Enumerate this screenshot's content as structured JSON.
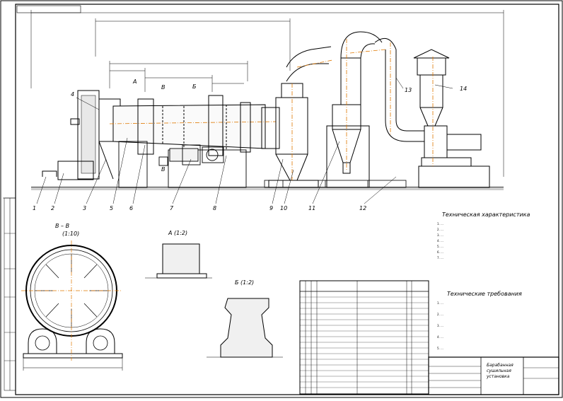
{
  "callouts": [
    "1",
    "2",
    "3",
    "4",
    "5",
    "6",
    "7",
    "8",
    "9",
    "10",
    "11",
    "12",
    "13",
    "14"
  ],
  "view_marks": {
    "a": "А",
    "b": "Б",
    "v": "В"
  },
  "sections": {
    "vv_title": "В – В",
    "vv_scale": "(1:10)",
    "a_title": "А (1:2)",
    "b_title": "Б (1:2)"
  },
  "tech_char": {
    "title": "Техническая характеристика",
    "items": [
      "1. ...",
      "2. ...",
      "3. ...",
      "4. ...",
      "5. ...",
      "6. ...",
      "7. ..."
    ]
  },
  "tech_req": {
    "title": "Технические требования",
    "items": [
      "1. ...",
      "2. ...",
      "3. ...",
      "4. ...",
      "5. ..."
    ]
  },
  "title_block": {
    "name_line1": "Барабанная",
    "name_line2": "сушильная",
    "name_line3": "установка"
  },
  "colors": {
    "line": "#000000",
    "dash": "#e07800",
    "axis": "#8a8a8a"
  },
  "icons": [
    "north-arrow"
  ]
}
